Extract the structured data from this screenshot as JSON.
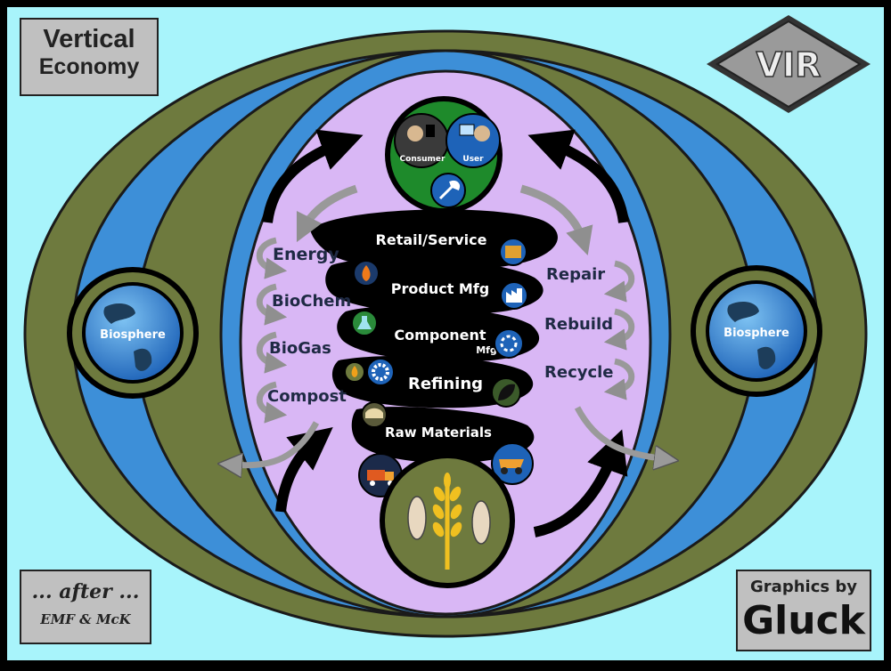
{
  "title": {
    "line1": "Vertical",
    "line2": "Economy"
  },
  "logo": {
    "text": "VIR"
  },
  "attribution": {
    "line1": "... after ...",
    "line2": "EMF & McK"
  },
  "credit": {
    "line1": "Graphics by",
    "line2": "Gluck"
  },
  "biosphere": {
    "left": "Biosphere",
    "right": "Biosphere"
  },
  "top_hub": {
    "consumer": "Consumer",
    "user": "User",
    "tool_icon": "wrench-icon"
  },
  "spiral_stages": [
    {
      "label": "Retail/Service",
      "icon": "store-icon"
    },
    {
      "label": "Product Mfg",
      "icon": "factory-icon"
    },
    {
      "label": "Component",
      "sublabel": "Mfg",
      "icon": "gears-icon"
    },
    {
      "label": "Refining",
      "icon": "leaf-icon"
    },
    {
      "label": "Raw Materials",
      "icon": "mining-truck-icon"
    }
  ],
  "left_loops": [
    "Energy",
    "BioChem",
    "BioGas",
    "Compost"
  ],
  "right_loops": [
    "Repair",
    "Rebuild",
    "Recycle"
  ],
  "bottom_hub": {
    "icon": "fish-and-wheat-icon"
  },
  "colors": {
    "background": "#a8f4fb",
    "outer_ring": "#6e7a3e",
    "blue_ring": "#3d8fd8",
    "inner_field": "#d9b7f5",
    "hub_green": "#1e8a2b",
    "bottom_hub": "#6e7a3e",
    "label_text": "#1f2a44",
    "spiral_text": "#ffffff"
  }
}
